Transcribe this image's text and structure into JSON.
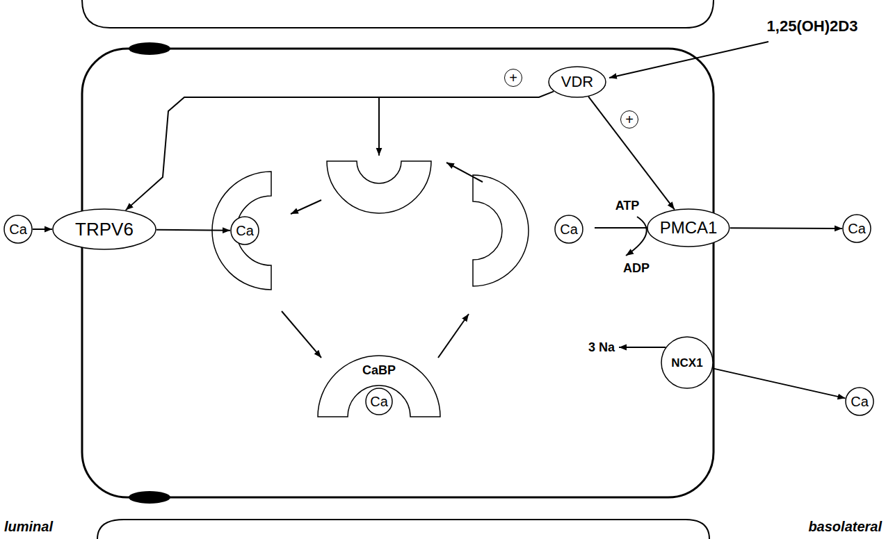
{
  "diagram": {
    "nodes": [
      {
        "text": [
          "VDR"
        ]
      },
      {
        "text": [
          "PMCA1"
        ]
      },
      {
        "text": [
          "Ca"
        ]
      },
      {
        "text": [
          "Ca"
        ]
      },
      {
        "text": [
          "TRPV6"
        ]
      },
      {
        "text": [
          "Ca"
        ]
      },
      {
        "text": [
          "Ca"
        ]
      },
      {
        "text": [
          "CaBP"
        ]
      },
      {
        "text": [
          "Ca"
        ],
        "in": 7
      },
      {
        "text": [
          "NCX1"
        ]
      },
      {
        "text": [
          "Ca"
        ]
      }
    ],
    "edges": [
      {
        "from": 3,
        "to": 4,
        "arrow": "to"
      },
      {
        "from": 4,
        "to": 5,
        "arrow": "to"
      },
      {
        "from": 0,
        "to": 4,
        "label": "+",
        "arrow": "to"
      },
      {
        "from": 0,
        "to": 1,
        "label": "+",
        "arrow": "to"
      },
      {
        "from": 1,
        "to": 2,
        "arrow": "to"
      },
      {
        "from": 9,
        "to": 10,
        "arrow": "to"
      }
    ],
    "labels": [
      "1,25(OH)2D3",
      "ATP",
      "ADP",
      "3 Na",
      "luminal",
      "basolateral"
    ]
  }
}
